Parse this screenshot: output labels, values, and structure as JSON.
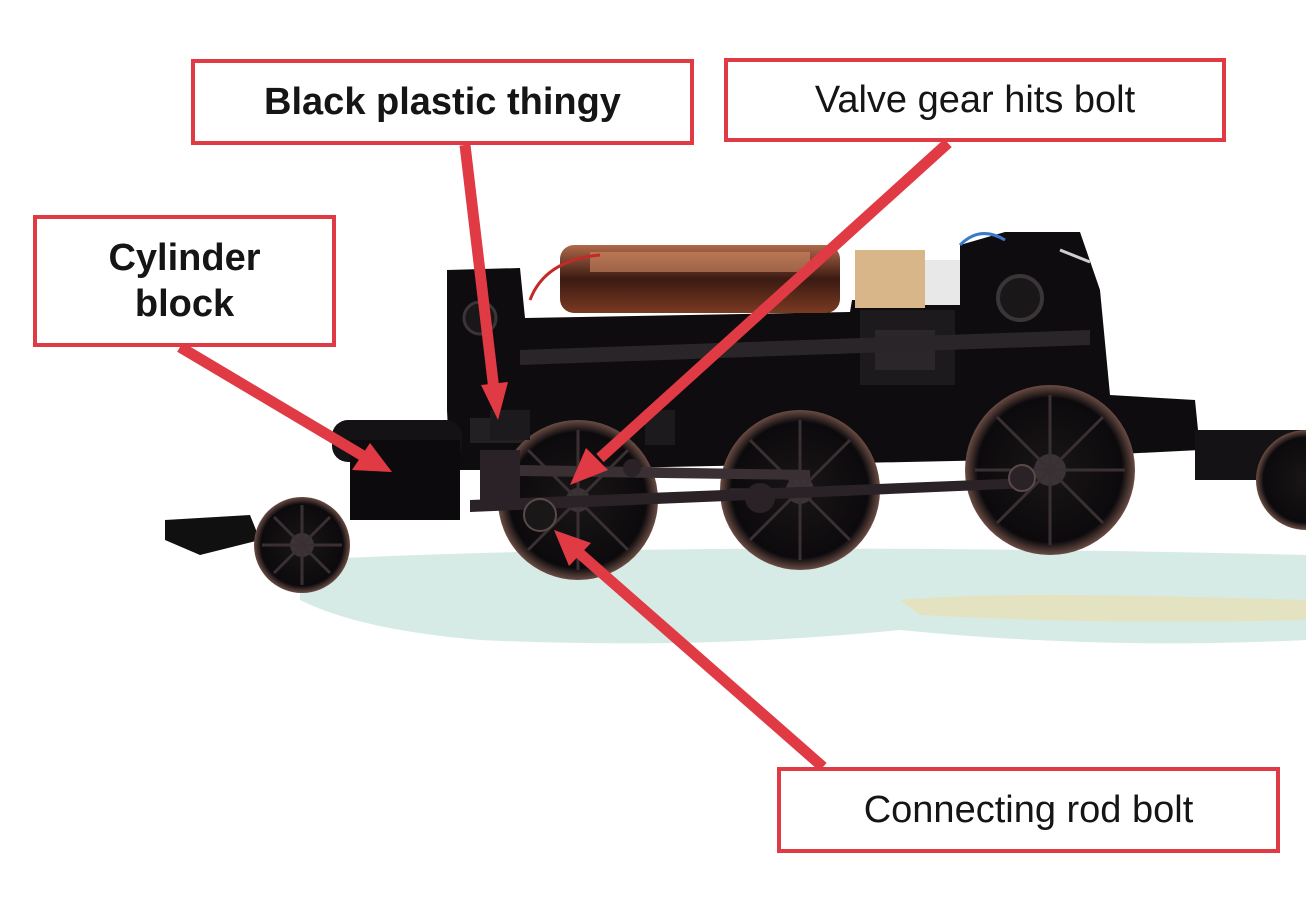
{
  "annotations": {
    "cylinder_block": {
      "line1": "Cylinder",
      "line2": "block"
    },
    "black_plastic_thingy": "Black plastic thingy",
    "valve_gear": "Valve gear hits bolt",
    "connecting_rod": "Connecting rod bolt"
  },
  "colors": {
    "callout_red": "#e03a44",
    "chassis_black": "#0e0c0e",
    "wheel_rim": "#8a6a58",
    "motor_copper": "#7a3a22",
    "tape_tan": "#d9b58a",
    "shadow_teal": "#cde6e0"
  }
}
